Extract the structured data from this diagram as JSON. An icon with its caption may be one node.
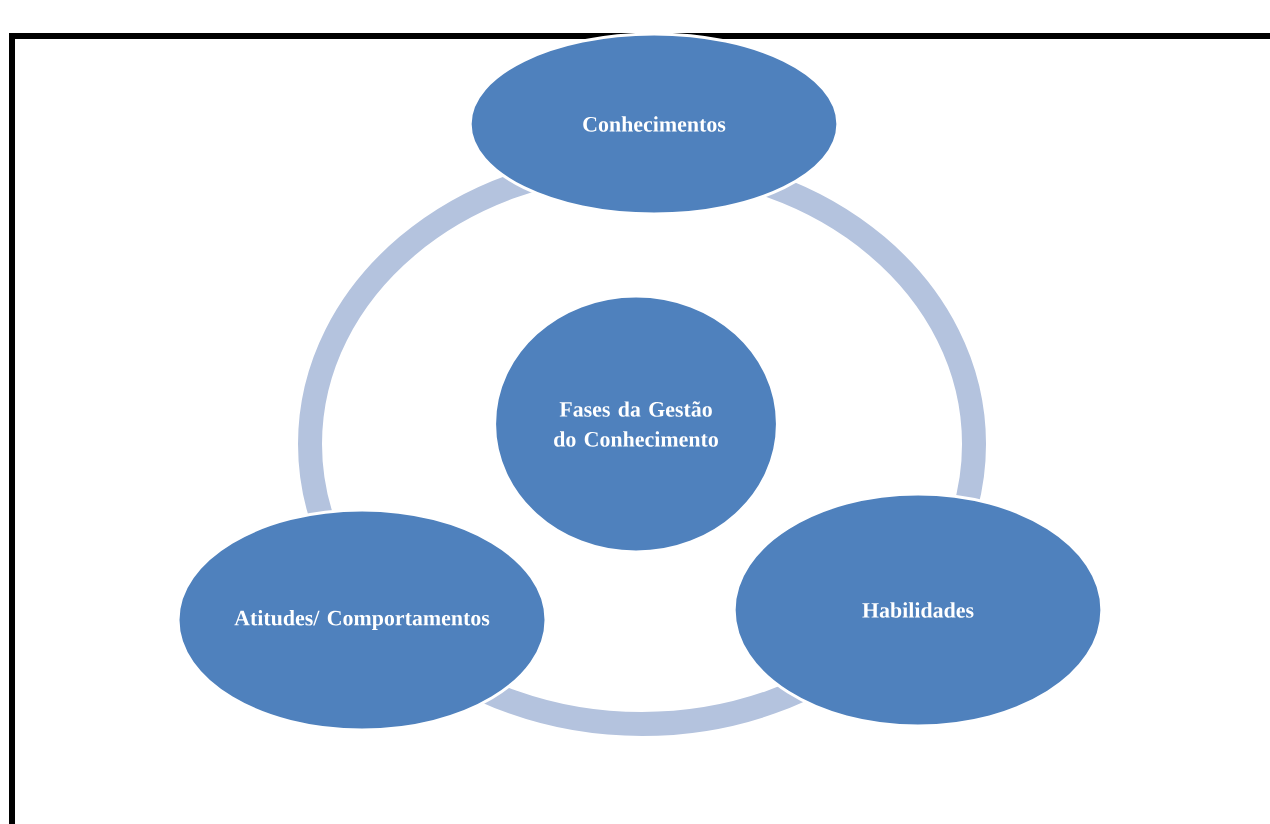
{
  "diagram": {
    "nodes": [
      {
        "text": [
          "Conhecimentos"
        ]
      },
      {
        "text": [
          "Fases da Gestão do Conhecimento"
        ]
      },
      {
        "text": [
          "Habilidades"
        ]
      },
      {
        "text": [
          "Atitudes/ Comportamentos"
        ]
      }
    ]
  }
}
